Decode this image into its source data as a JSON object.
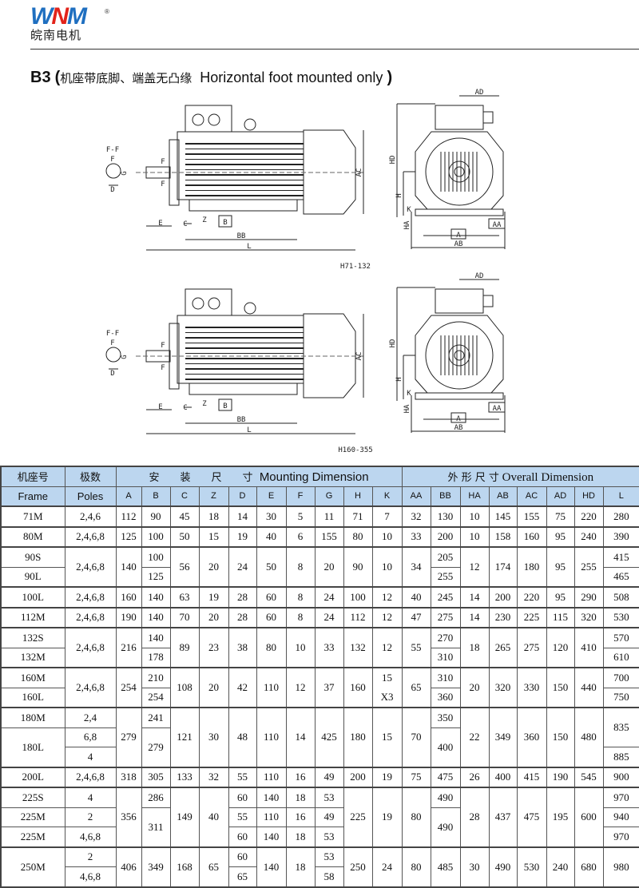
{
  "logo": {
    "mark": "WNM",
    "registered": "®",
    "company_cn": "皖南电机"
  },
  "title": {
    "code": "B3",
    "open": "(",
    "cn": "机座带底脚、端盖无凸缘",
    "en": "Horizontal foot mounted only",
    "close": ")"
  },
  "drawings": [
    {
      "caption": "H71-132",
      "labels": {
        "ff": "F-F",
        "f": "F",
        "g": "G",
        "d": "D",
        "e": "E",
        "c": "C",
        "z": "Z",
        "b": "B",
        "bb": "BB",
        "l": "L",
        "ac": "AC",
        "ad": "AD",
        "hd": "HD",
        "h": "H",
        "k": "K",
        "ha": "HA",
        "aa": "AA",
        "a": "A",
        "ab": "AB"
      }
    },
    {
      "caption": "H160-355",
      "labels": {
        "ff": "F-F",
        "f": "F",
        "g": "G",
        "d": "D",
        "e": "E",
        "c": "C",
        "z": "Z",
        "b": "B",
        "bb": "BB",
        "l": "L",
        "ac": "AC",
        "ad": "AD",
        "hd": "HD",
        "h": "H",
        "k": "K",
        "ha": "HA",
        "aa": "AA",
        "a": "A",
        "ab": "AB"
      }
    }
  ],
  "table": {
    "frame_cn": "机座号",
    "frame_en": "Frame",
    "poles_cn": "极数",
    "poles_en": "Poles",
    "mounting_cn": "安　　装　　尺　　寸",
    "mounting_en": "Mounting Dimension",
    "overall_cn": "外 形 尺 寸",
    "overall_en": "Overall Dimension",
    "mounting_cols": [
      "A",
      "B",
      "C",
      "Z",
      "D",
      "E",
      "F",
      "G",
      "H",
      "K"
    ],
    "overall_cols": [
      "AA",
      "BB",
      "HA",
      "AB",
      "AC",
      "AD",
      "HD",
      "L"
    ],
    "groups": [
      [
        [
          "71M",
          "2,4,6",
          "112",
          "90",
          "45",
          "18",
          "14",
          "30",
          "5",
          "11",
          "71",
          "7",
          "32",
          "130",
          "10",
          "145",
          "155",
          "75",
          "220",
          "280"
        ]
      ],
      [
        [
          "80M",
          "2,4,6,8",
          "125",
          "100",
          "50",
          "15",
          "19",
          "40",
          "6",
          "155",
          "80",
          "10",
          "33",
          "200",
          "10",
          "158",
          "160",
          "95",
          "240",
          "390"
        ]
      ],
      [
        [
          "90S",
          [
            "2,4,6,8",
            2
          ],
          [
            "140",
            2
          ],
          "100",
          [
            "56",
            2
          ],
          [
            "20",
            2
          ],
          [
            "24",
            2
          ],
          [
            "50",
            2
          ],
          [
            "8",
            2
          ],
          [
            "20",
            2
          ],
          [
            "90",
            2
          ],
          [
            "10",
            2
          ],
          [
            "34",
            2
          ],
          "205",
          [
            "12",
            2
          ],
          [
            "174",
            2
          ],
          [
            "180",
            2
          ],
          [
            "95",
            2
          ],
          [
            "255",
            2
          ],
          "415"
        ],
        [
          "90L",
          "125",
          "255",
          "465"
        ]
      ],
      [
        [
          "100L",
          "2,4,6,8",
          "160",
          "140",
          "63",
          "19",
          "28",
          "60",
          "8",
          "24",
          "100",
          "12",
          "40",
          "245",
          "14",
          "200",
          "220",
          "95",
          "290",
          "508"
        ]
      ],
      [
        [
          "112M",
          "2,4,6,8",
          "190",
          "140",
          "70",
          "20",
          "28",
          "60",
          "8",
          "24",
          "112",
          "12",
          "47",
          "275",
          "14",
          "230",
          "225",
          "115",
          "320",
          "530"
        ]
      ],
      [
        [
          "132S",
          [
            "2,4,6,8",
            2
          ],
          [
            "216",
            2
          ],
          "140",
          [
            "89",
            2
          ],
          [
            "23",
            2
          ],
          [
            "38",
            2
          ],
          [
            "80",
            2
          ],
          [
            "10",
            2
          ],
          [
            "33",
            2
          ],
          [
            "132",
            2
          ],
          [
            "12",
            2
          ],
          [
            "55",
            2
          ],
          "270",
          [
            "18",
            2
          ],
          [
            "265",
            2
          ],
          [
            "275",
            2
          ],
          [
            "120",
            2
          ],
          [
            "410",
            2
          ],
          "570"
        ],
        [
          "132M",
          "178",
          "310",
          "610"
        ]
      ],
      [
        [
          "160M",
          [
            "2,4,6,8",
            2
          ],
          [
            "254",
            2
          ],
          "210",
          [
            "108",
            2
          ],
          [
            "20",
            2
          ],
          [
            "42",
            2
          ],
          [
            "110",
            2
          ],
          [
            "12",
            2
          ],
          [
            "37",
            2
          ],
          [
            "160",
            2
          ],
          [
            "15\nX3",
            2
          ],
          [
            "65",
            2
          ],
          "310",
          [
            "20",
            2
          ],
          [
            "320",
            2
          ],
          [
            "330",
            2
          ],
          [
            "150",
            2
          ],
          [
            "440",
            2
          ],
          "700"
        ],
        [
          "160L",
          "254",
          "360",
          "750"
        ]
      ],
      [
        [
          "180M",
          "2,4",
          [
            "279",
            3
          ],
          "241",
          [
            "121",
            3
          ],
          [
            "30",
            3
          ],
          [
            "48",
            3
          ],
          [
            "110",
            3
          ],
          [
            "14",
            3
          ],
          [
            "425",
            3
          ],
          [
            "180",
            3
          ],
          [
            "15",
            3
          ],
          [
            "70",
            3
          ],
          "350",
          [
            "22",
            3
          ],
          [
            "349",
            3
          ],
          [
            "360",
            3
          ],
          [
            "150",
            3
          ],
          [
            "480",
            3
          ],
          [
            "835",
            2
          ]
        ],
        [
          [
            "180L",
            2
          ],
          "6,8",
          [
            "279",
            2
          ],
          [
            "400",
            2
          ]
        ],
        [
          "4",
          "885"
        ]
      ],
      [
        [
          "200L",
          "2,4,6,8",
          "318",
          "305",
          "133",
          "32",
          "55",
          "110",
          "16",
          "49",
          "200",
          "19",
          "75",
          "475",
          "26",
          "400",
          "415",
          "190",
          "545",
          "900"
        ]
      ],
      [
        [
          "225S",
          "4",
          [
            "356",
            3
          ],
          "286",
          [
            "149",
            3
          ],
          [
            "40",
            3
          ],
          "60",
          "140",
          "18",
          "53",
          [
            "225",
            3
          ],
          [
            "19",
            3
          ],
          [
            "80",
            3
          ],
          "490",
          [
            "28",
            3
          ],
          [
            "437",
            3
          ],
          [
            "475",
            3
          ],
          [
            "195",
            3
          ],
          [
            "600",
            3
          ],
          "970"
        ],
        [
          "225M",
          "2",
          [
            "311",
            2
          ],
          "55",
          "110",
          "16",
          "49",
          [
            "490",
            2
          ],
          "940"
        ],
        [
          "225M",
          "4,6,8",
          "60",
          "140",
          "18",
          "53",
          "970"
        ]
      ],
      [
        [
          [
            "250M",
            2
          ],
          "2",
          [
            "406",
            2
          ],
          [
            "349",
            2
          ],
          [
            "168",
            2
          ],
          [
            "65",
            2
          ],
          "60",
          [
            "140",
            2
          ],
          [
            "18",
            2
          ],
          "53",
          [
            "250",
            2
          ],
          [
            "24",
            2
          ],
          [
            "80",
            2
          ],
          [
            "485",
            2
          ],
          [
            "30",
            2
          ],
          [
            "490",
            2
          ],
          [
            "530",
            2
          ],
          [
            "240",
            2
          ],
          [
            "680",
            2
          ],
          [
            "980",
            2
          ]
        ],
        [
          "4,6,8",
          "65",
          "58"
        ]
      ]
    ]
  }
}
